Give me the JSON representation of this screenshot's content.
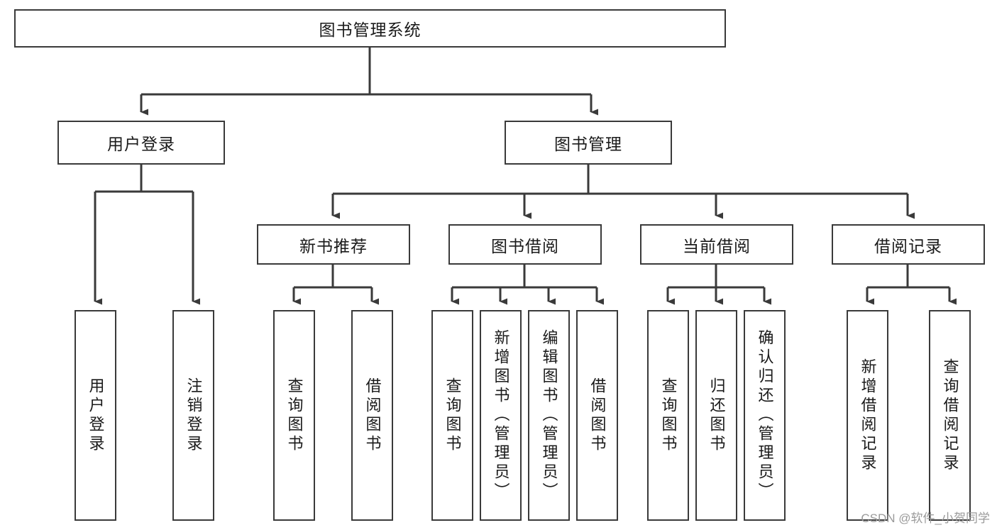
{
  "diagram": {
    "title_node": {
      "label": "图书管理系统"
    },
    "level2": [
      {
        "id": "user-login",
        "label": "用户登录"
      },
      {
        "id": "book-management",
        "label": "图书管理"
      }
    ],
    "level3": [
      {
        "id": "new-book-recommend",
        "label": "新书推荐"
      },
      {
        "id": "book-borrow",
        "label": "图书借阅"
      },
      {
        "id": "current-borrow",
        "label": "当前借阅"
      },
      {
        "id": "borrow-record",
        "label": "借阅记录"
      }
    ],
    "leaves": {
      "user_login": [
        {
          "id": "leaf-user-login",
          "label": "用户登录"
        },
        {
          "id": "leaf-logout-login",
          "label": "注销登录"
        }
      ],
      "new_book_recommend": [
        {
          "id": "leaf-query-book-1",
          "label": "查询图书"
        },
        {
          "id": "leaf-borrow-book-1",
          "label": "借阅图书"
        }
      ],
      "book_borrow": [
        {
          "id": "leaf-query-book-2",
          "label": "查询图书"
        },
        {
          "id": "leaf-add-book",
          "label": "新增图书（管理员）"
        },
        {
          "id": "leaf-edit-book",
          "label": "编辑图书（管理员）"
        },
        {
          "id": "leaf-borrow-book-2",
          "label": "借阅图书"
        }
      ],
      "current_borrow": [
        {
          "id": "leaf-query-book-3",
          "label": "查询图书"
        },
        {
          "id": "leaf-return-book",
          "label": "归还图书"
        },
        {
          "id": "leaf-confirm-return",
          "label": "确认归还（管理员）"
        }
      ],
      "borrow_record": [
        {
          "id": "leaf-add-record",
          "label": "新增借阅记录"
        },
        {
          "id": "leaf-query-record",
          "label": "查询借阅记录"
        }
      ]
    },
    "colors": {
      "stroke": "#3a3a3a",
      "text": "#1a1a1a",
      "background": "#ffffff",
      "watermark": "#9a9a9a"
    }
  },
  "watermark": {
    "text": "CSDN @软件_小贺同学"
  }
}
